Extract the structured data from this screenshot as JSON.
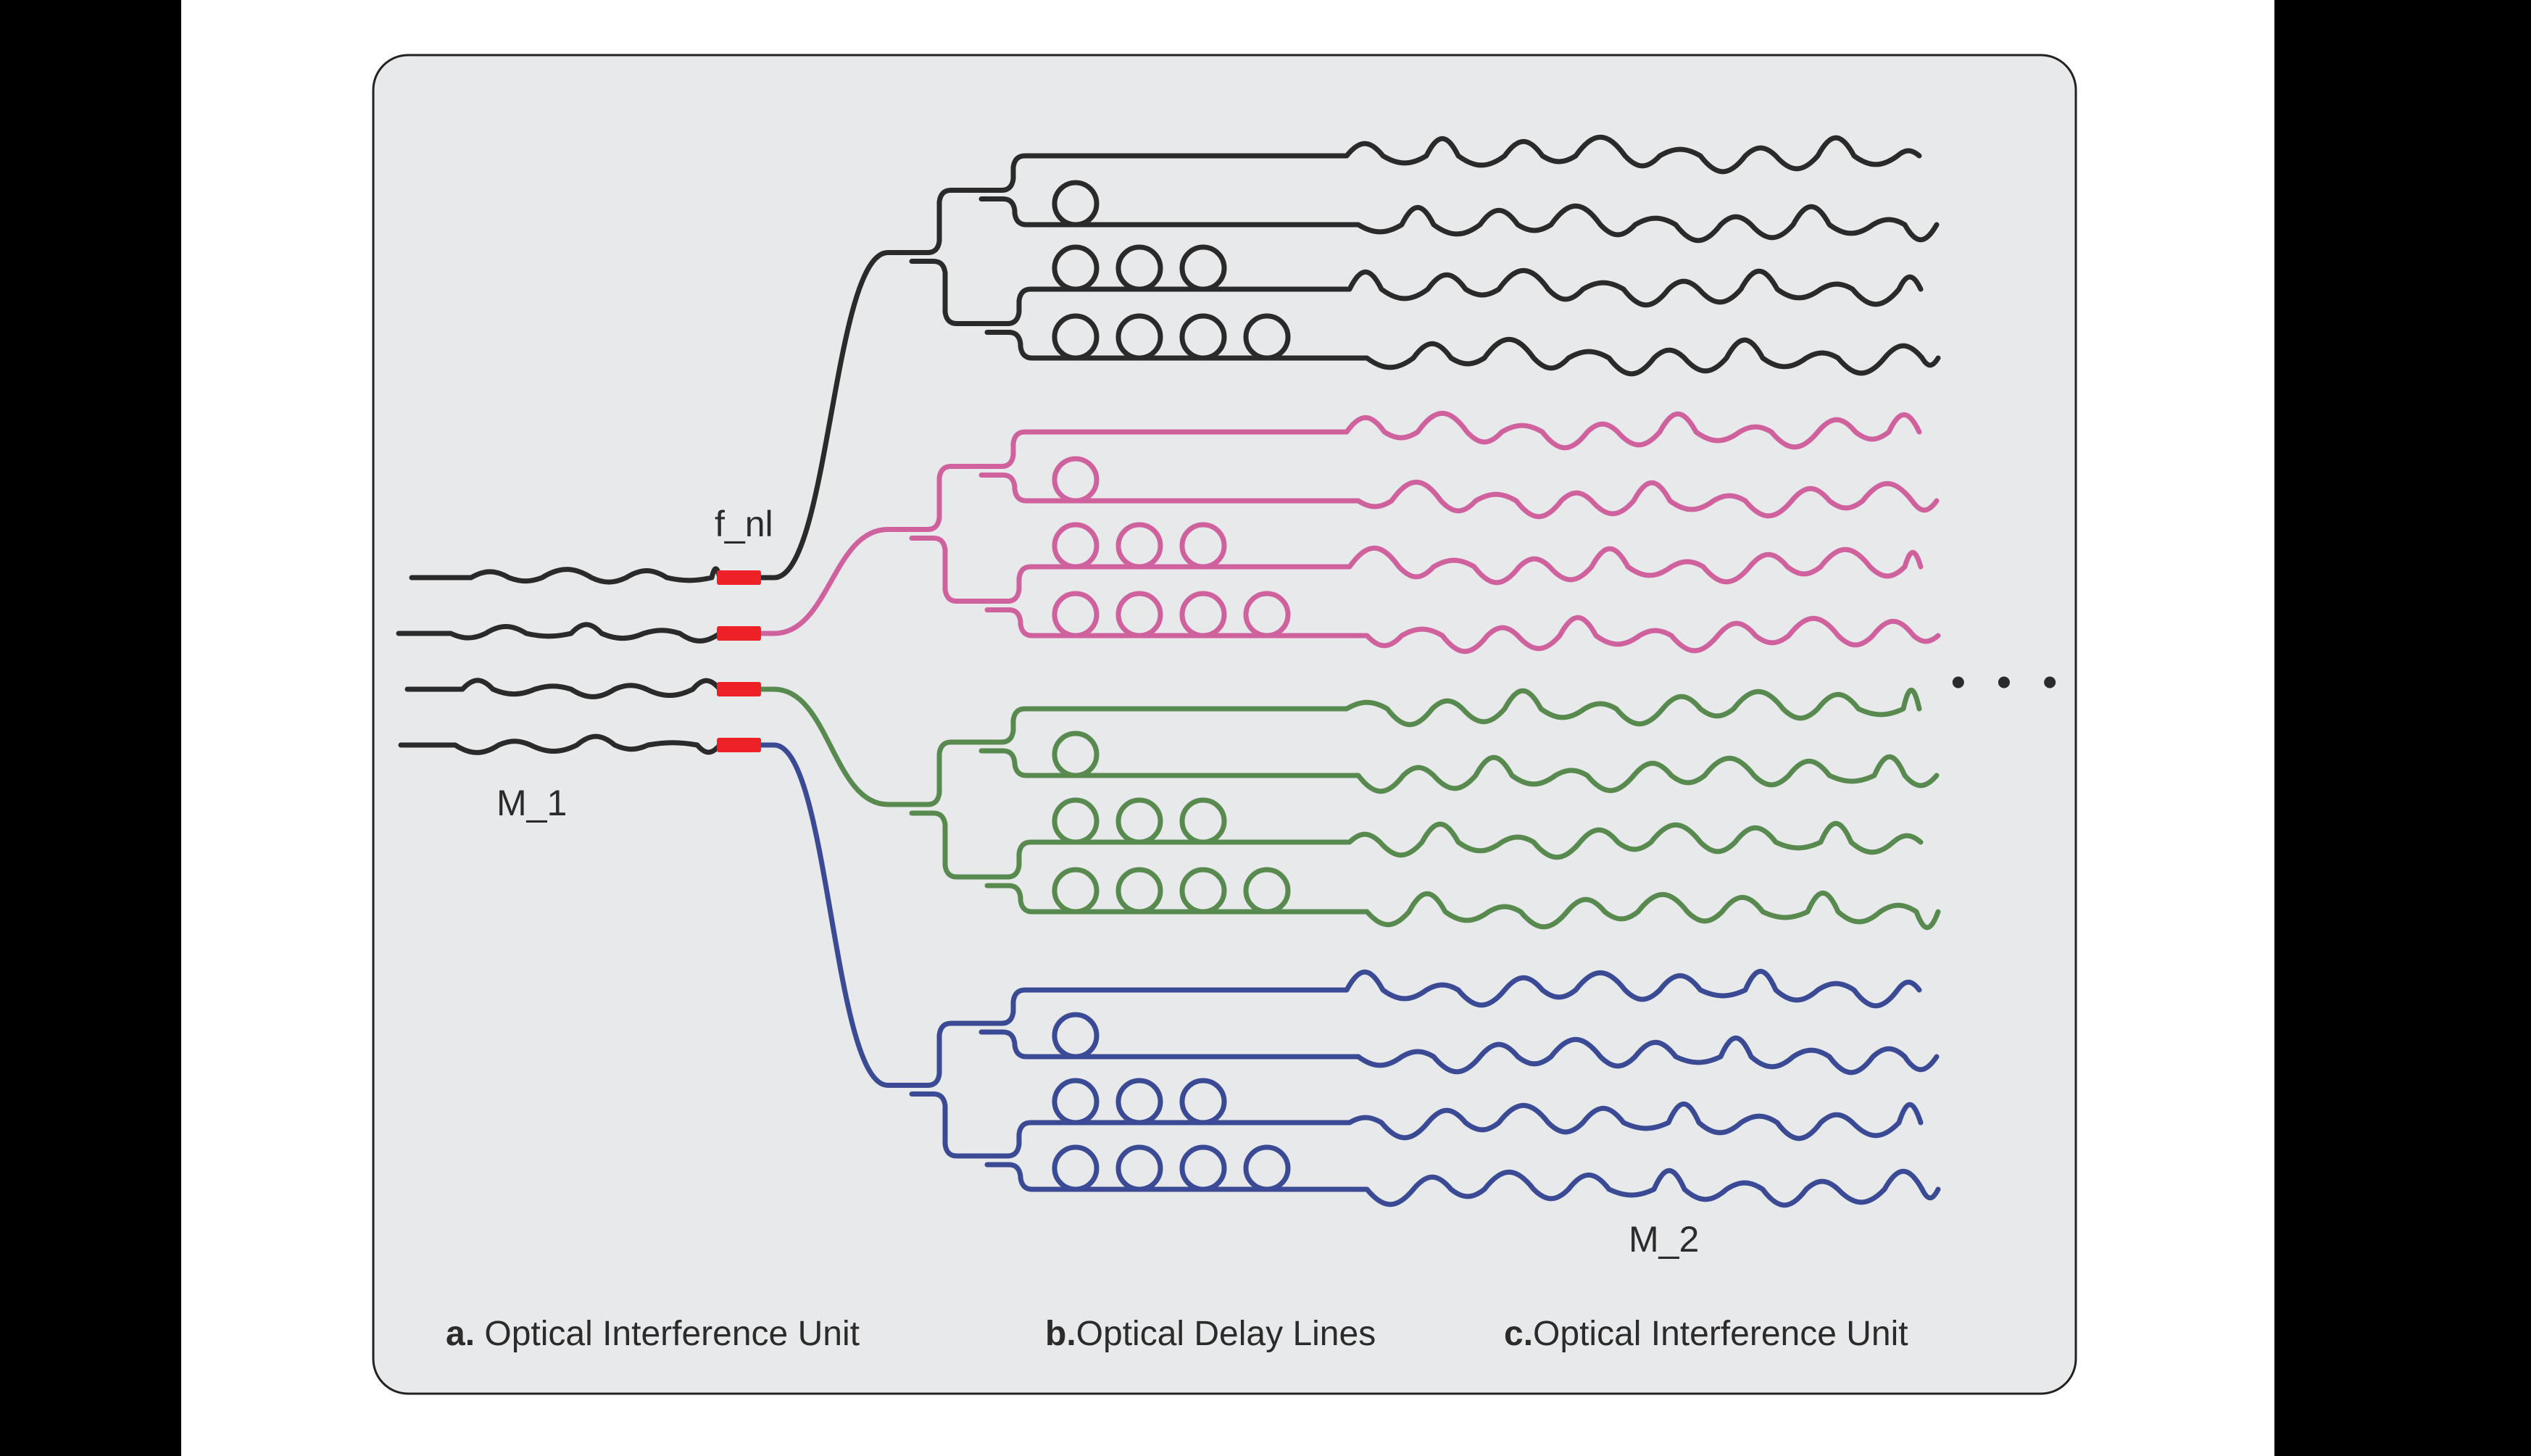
{
  "figure": {
    "outer_bg": "#ffffff",
    "bar_color": "#000000",
    "panel_bg": "#e8e9ea",
    "panel_border": "#222222"
  },
  "colors": {
    "red": "#ee2127",
    "text": "#2b2b2b"
  },
  "labels": {
    "nonlinearity": "f_nl",
    "input_matrix": "M_1",
    "output_matrix": "M_2",
    "ellipsis": "• • •"
  },
  "captions": {
    "a": {
      "prefix": "a.",
      "text": " Optical Interference Unit"
    },
    "b": {
      "prefix": "b.",
      "text": "Optical Delay Lines"
    },
    "c": {
      "prefix": "c.",
      "text": "Optical Interference Unit"
    }
  },
  "inputs": {
    "count": 4,
    "nonlinear_marker_count": 4
  },
  "groups": [
    {
      "name": "branch-1-black",
      "color": "#2a2a2a",
      "lines": 4,
      "ring_counts": [
        0,
        1,
        3,
        4
      ]
    },
    {
      "name": "branch-2-pink",
      "color": "#cf629e",
      "lines": 4,
      "ring_counts": [
        0,
        1,
        3,
        4
      ]
    },
    {
      "name": "branch-3-green",
      "color": "#588a4f",
      "lines": 4,
      "ring_counts": [
        0,
        1,
        3,
        4
      ]
    },
    {
      "name": "branch-4-blue",
      "color": "#3b4a94",
      "lines": 4,
      "ring_counts": [
        0,
        1,
        3,
        4
      ]
    }
  ]
}
